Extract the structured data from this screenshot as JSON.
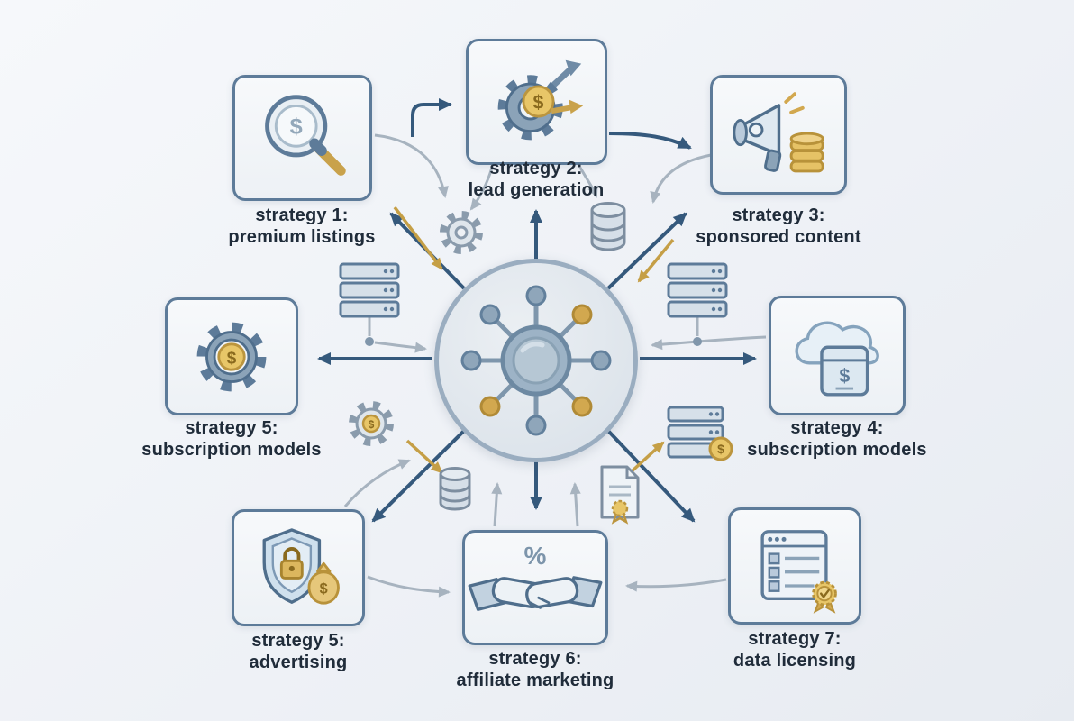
{
  "page": {
    "type": "diagram",
    "background": "#eef1f5"
  },
  "glyphs": {
    "dollar": "$",
    "percent": "%"
  },
  "colors": {
    "box_border": "#5d7b99",
    "arrow": "#35597c",
    "connector": "#a7b3bf",
    "gold": "#c59f46",
    "gold_fill": "#e8c668",
    "steel_fill": "#8ba3b8",
    "text": "#202c3a"
  },
  "center": {
    "icon": "network-hub-icon"
  },
  "nodes": {
    "s1": {
      "label1": "strategy 1:",
      "label2": "premium listings",
      "icon": "magnifier-dollar-icon"
    },
    "s2": {
      "label1": "strategy 2:",
      "label2": "lead generation",
      "icon": "gear-dollar-arrow-icon"
    },
    "s3": {
      "label1": "strategy 3:",
      "label2": "sponsored content",
      "icon": "megaphone-coins-icon"
    },
    "s4": {
      "label1": "strategy 4:",
      "label2": "subscription models",
      "icon": "cloud-paywall-icon"
    },
    "s5_left": {
      "label1": "strategy 5:",
      "label2": "subscription models",
      "icon": "gear-coin-icon"
    },
    "s5_bottom": {
      "label1": "strategy 5:",
      "label2": "advertising",
      "icon": "shield-lock-moneybag-icon"
    },
    "s6": {
      "label1": "strategy 6:",
      "label2": "affiliate marketing",
      "icon": "handshake-percent-icon"
    },
    "s7": {
      "label1": "strategy 7:",
      "label2": "data licensing",
      "icon": "document-badge-icon"
    }
  },
  "decorations": [
    "gear-small-icon",
    "gear-coin-small-icon",
    "database-icon",
    "database-small-icon",
    "server-stack-left-icon",
    "server-stack-right-icon",
    "server-stack-coin-icon",
    "document-seal-icon"
  ]
}
